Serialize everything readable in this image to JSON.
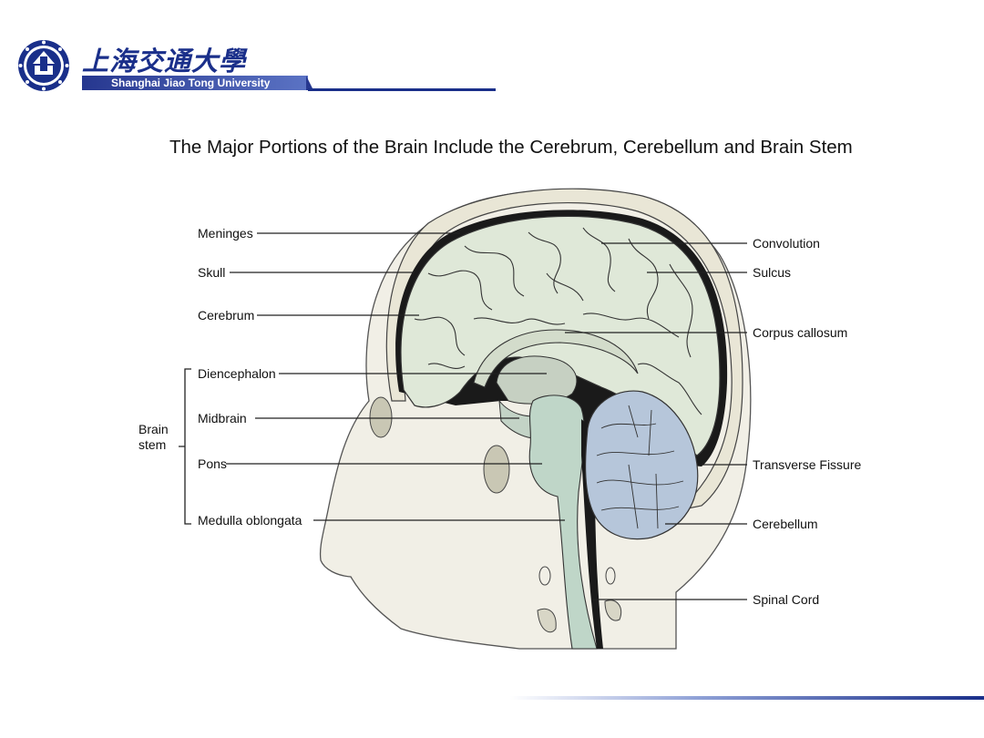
{
  "header": {
    "logo_text_cn": "上海交通大學",
    "logo_text_en": "Shanghai Jiao Tong University",
    "logo_seal_name": "university-seal-icon"
  },
  "figure": {
    "title": "The Major Portions of the Brain Include the Cerebrum, Cerebellum and Brain Stem",
    "labels_left": {
      "meninges": "Meninges",
      "skull": "Skull",
      "cerebrum": "Cerebrum",
      "diencephalon": "Diencephalon",
      "midbrain": "Midbrain",
      "pons": "Pons",
      "medulla": "Medulla oblongata"
    },
    "brain_stem_group": [
      "Brain",
      "stem"
    ],
    "labels_right": {
      "convolution": "Convolution",
      "sulcus": "Sulcus",
      "corpus_callosum": "Corpus callosum",
      "transverse_fissure": "Transverse Fissure",
      "cerebellum": "Cerebellum",
      "spinal_cord": "Spinal Cord"
    },
    "colors": {
      "cerebrum": "#dfe8d8",
      "skull": "#eeecdf",
      "skin": "#f1efe6",
      "stem": "#bfd6c8",
      "cerebellum": "#b6c6da",
      "dark": "#111111"
    }
  }
}
